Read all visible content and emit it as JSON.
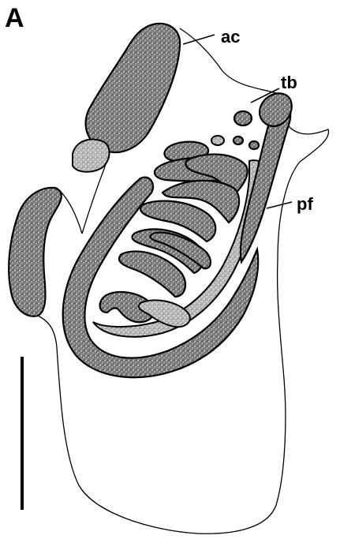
{
  "panel": {
    "letter": "A"
  },
  "labels": {
    "ac": "ac",
    "tb": "tb",
    "pf": "pf"
  },
  "colors": {
    "ink": "#000000",
    "paper": "#ffffff",
    "stipple": "#8a8a8a"
  }
}
